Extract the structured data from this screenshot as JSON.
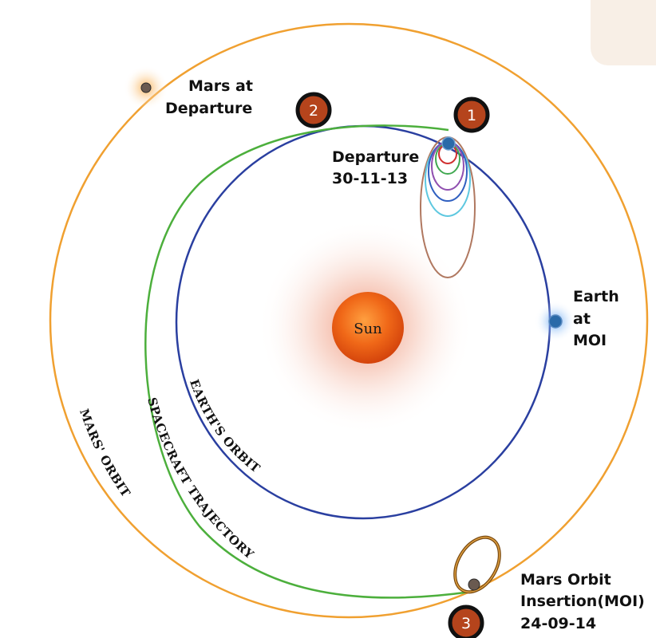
{
  "labels": {
    "mars_departure": [
      "Mars at",
      "Departure"
    ],
    "departure": [
      "Departure",
      "30-11-13"
    ],
    "earth_moi": [
      "Earth",
      "at",
      "MOI"
    ],
    "moi": [
      "Mars Orbit",
      "Insertion(MOI)",
      "24-09-14"
    ],
    "sun": "Sun"
  },
  "orbits": {
    "earth": "EARTH'S ORBIT",
    "mars": "MARS' ORBIT",
    "spacecraft": "SPACECRAFT TRAJECTORY"
  },
  "markers": [
    "1",
    "2",
    "3"
  ],
  "colors": {
    "mars_orbit": "#f0a030",
    "earth_orbit": "#2a3fa0",
    "trajectory": "#4caf3c",
    "marker_fill": "#b5441c",
    "sun": "#f06a18"
  }
}
